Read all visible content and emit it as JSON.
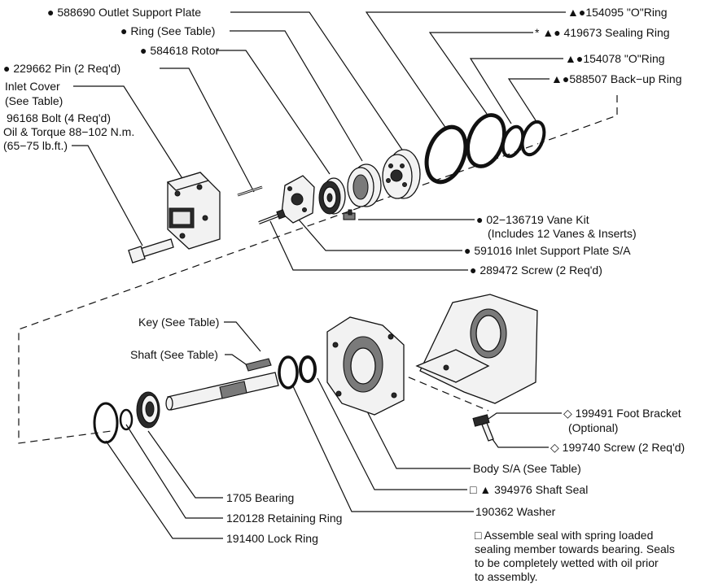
{
  "labels": {
    "outlet_support_plate": "● 588690 Outlet Support  Plate",
    "ring": "●  Ring (See Table)",
    "rotor": "● 584618 Rotor",
    "pin": "● 229662 Pin (2 Req'd)",
    "inlet_cover_1": "Inlet Cover",
    "inlet_cover_2": "(See Table)",
    "bolt_1": "96168 Bolt (4 Req'd)",
    "bolt_2": "Oil & Torque 88−102 N.m.",
    "bolt_3": "(65−75 lb.ft.)",
    "o_ring_154095": "▲●154095 \"O\"Ring",
    "sealing_ring": "* ▲●  419673 Sealing Ring",
    "o_ring_154078": "▲●154078 \"O\"Ring",
    "backup_ring": "▲●588507 Back−up Ring",
    "vane_kit_1": "●  02−136719 Vane Kit",
    "vane_kit_2": "(Includes 12 Vanes & Inserts)",
    "inlet_support_plate": "● 591016 Inlet Support Plate S/A",
    "screw_289472": "● 289472 Screw (2 Req'd)",
    "key": "Key (See Table)",
    "shaft": "Shaft (See Table)",
    "foot_bracket_1": "◇ 199491 Foot Bracket",
    "foot_bracket_2": "(Optional)",
    "screw_199740": "◇ 199740 Screw (2 Req'd)",
    "body": "Body S/A  (See Table)",
    "shaft_seal": "□ ▲ 394976 Shaft Seal",
    "bearing": "1705 Bearing",
    "washer": "190362  Washer",
    "retaining_ring": "120128 Retaining Ring",
    "lock_ring": "191400 Lock Ring"
  },
  "note": {
    "line1": "□ Assemble seal with spring loaded",
    "line2": "sealing member towards bearing. Seals",
    "line3": "to be completely wetted with oil prior",
    "line4": "to assembly."
  }
}
